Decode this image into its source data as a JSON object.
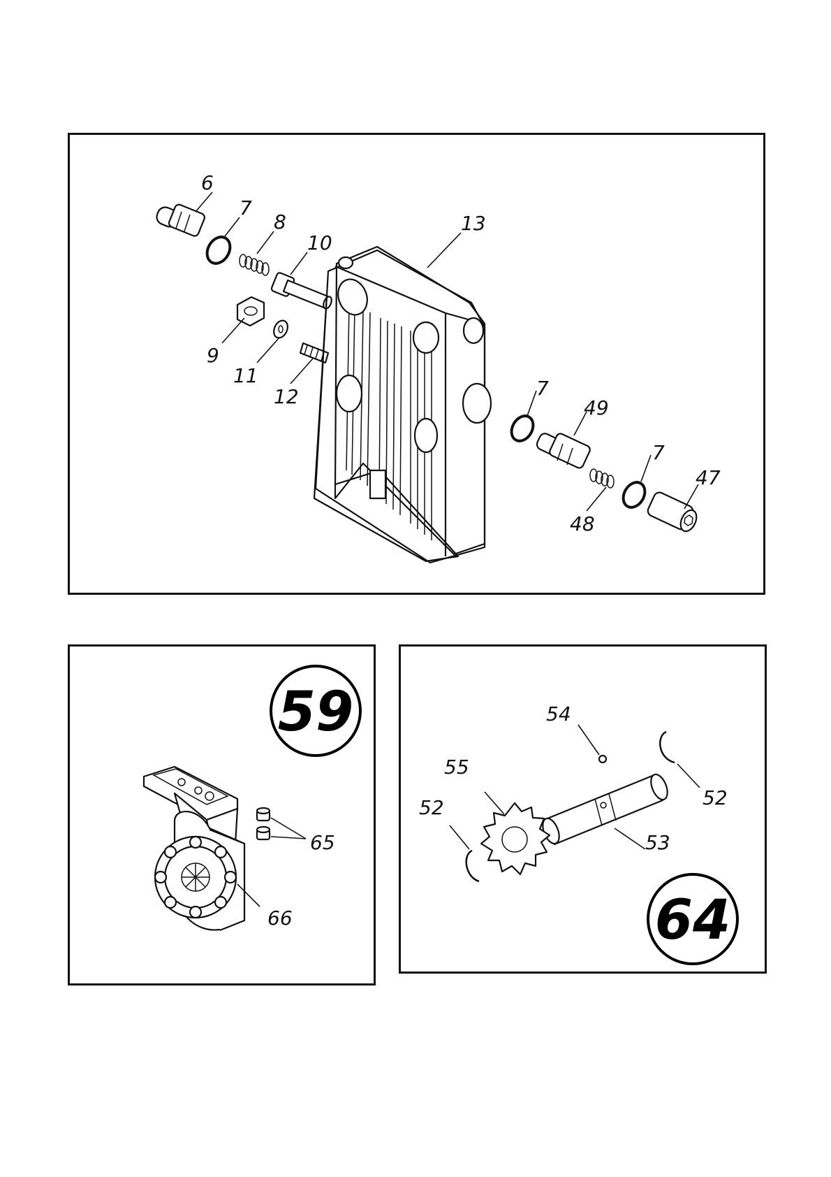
{
  "panels": {
    "main": {
      "callouts": [
        {
          "id": "c6",
          "text": "6"
        },
        {
          "id": "c7a",
          "text": "7"
        },
        {
          "id": "c8",
          "text": "8"
        },
        {
          "id": "c10",
          "text": "10"
        },
        {
          "id": "c13",
          "text": "13"
        },
        {
          "id": "c9",
          "text": "9"
        },
        {
          "id": "c11",
          "text": "11"
        },
        {
          "id": "c12",
          "text": "12"
        },
        {
          "id": "c7b",
          "text": "7"
        },
        {
          "id": "c49",
          "text": "49"
        },
        {
          "id": "c7c",
          "text": "7"
        },
        {
          "id": "c47",
          "text": "47"
        },
        {
          "id": "c48",
          "text": "48"
        }
      ]
    },
    "detail59": {
      "badge": "59",
      "callouts": [
        {
          "id": "c65",
          "text": "65"
        },
        {
          "id": "c66",
          "text": "66"
        }
      ]
    },
    "detail64": {
      "badge": "64",
      "callouts": [
        {
          "id": "c54",
          "text": "54"
        },
        {
          "id": "c55",
          "text": "55"
        },
        {
          "id": "c52a",
          "text": "52"
        },
        {
          "id": "c52b",
          "text": "52"
        },
        {
          "id": "c53",
          "text": "53"
        }
      ]
    }
  }
}
